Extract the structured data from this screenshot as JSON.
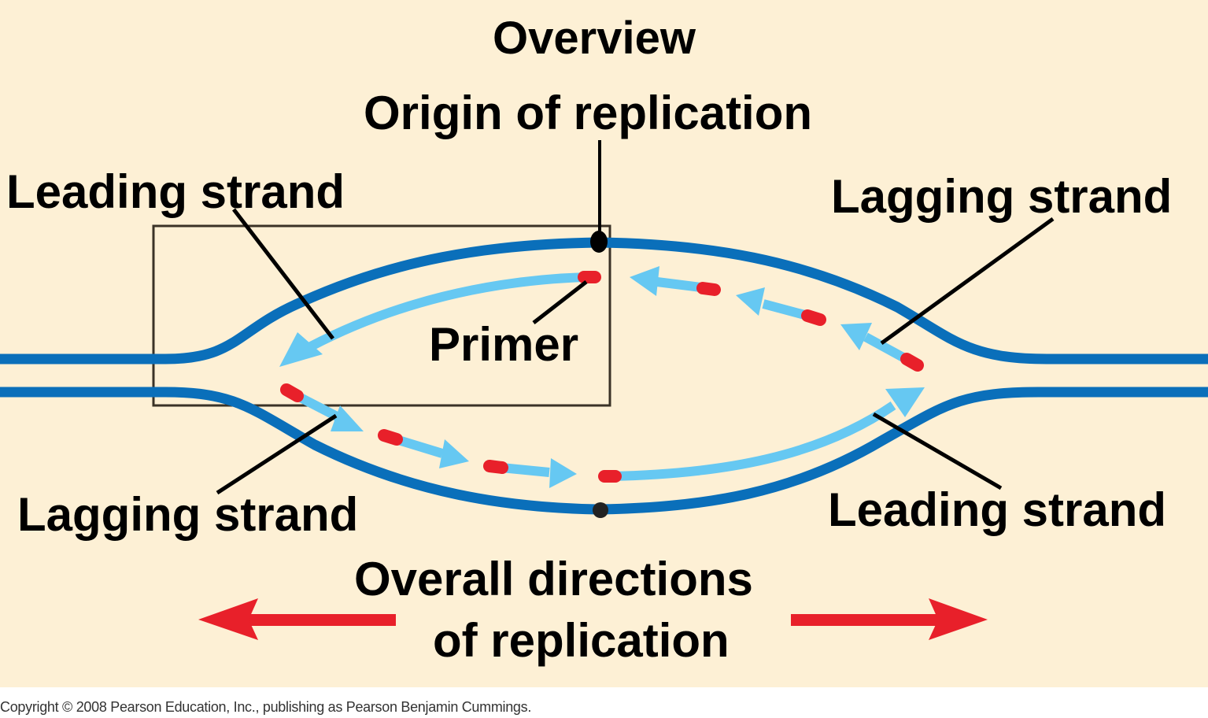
{
  "title": "Overview",
  "labels": {
    "origin": "Origin of replication",
    "leading_top_left": "Leading strand",
    "lagging_top_right": "Lagging strand",
    "primer": "Primer",
    "lagging_bottom_left": "Lagging strand",
    "leading_bottom_right": "Leading strand",
    "directions_line1": "Overall directions",
    "directions_line2": "of replication"
  },
  "copyright": "Copyright © 2008 Pearson Education, Inc., publishing as Pearson Benjamin Cummings.",
  "colors": {
    "background": "#fdf0d5",
    "parental_strand": "#0a6fba",
    "new_strand": "#66c8f2",
    "primer": "#e8202a",
    "direction_arrow": "#e8202a",
    "leader_line": "#000000",
    "box": "#3a3226"
  }
}
